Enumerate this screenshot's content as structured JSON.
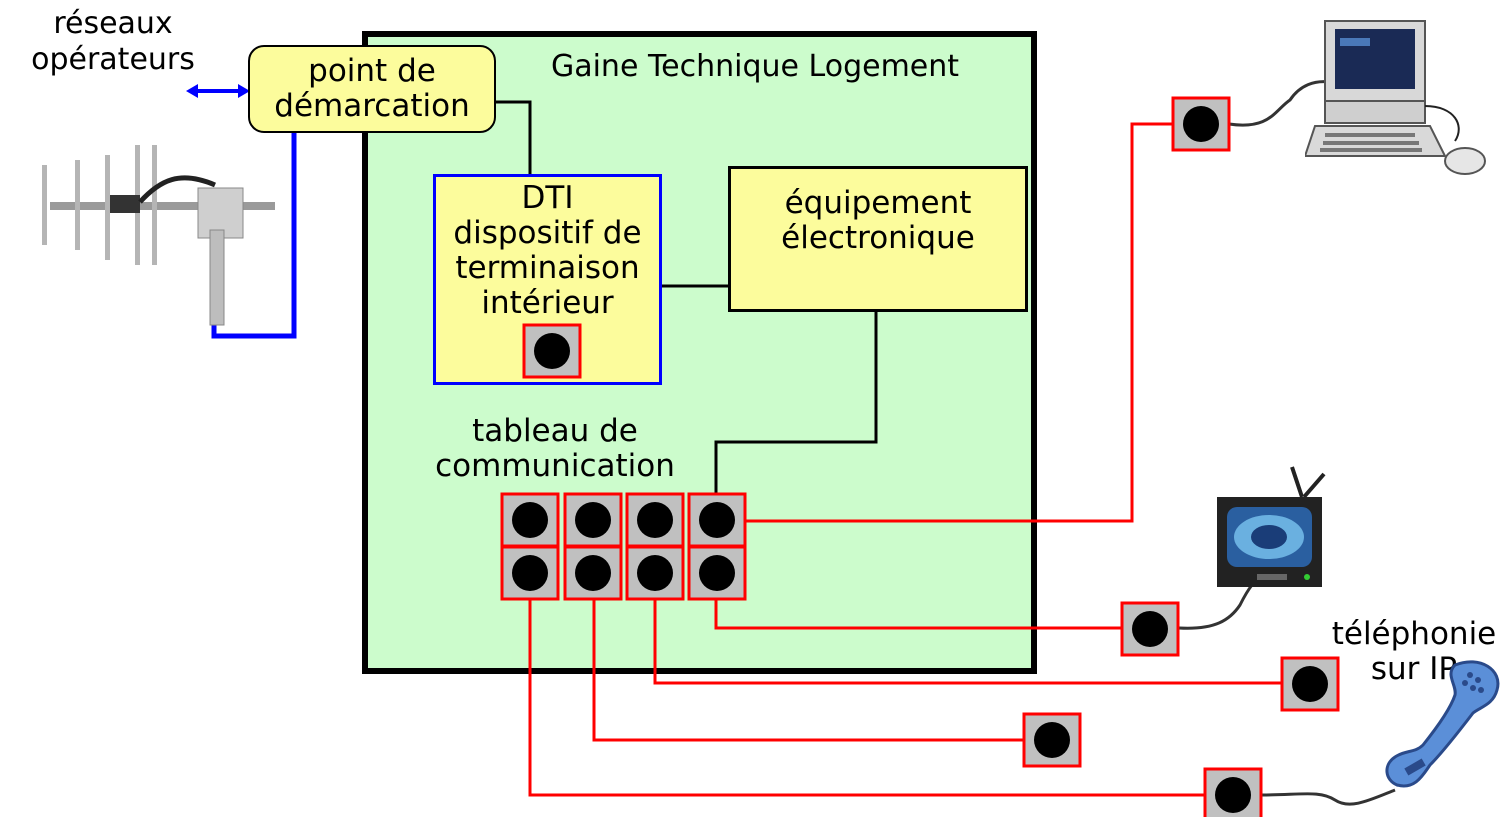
{
  "labels": {
    "networks": "réseaux\nopérateurs",
    "demarcation": "point de\ndémarcation",
    "gtl": "Gaine Technique Logement",
    "dti": "DTI\ndispositif de\nterminaison\nintérieur",
    "equipment": "équipement\nélectronique",
    "comm_panel": "tableau de\ncommunication",
    "voip": "téléphonie\nsur IP"
  },
  "colors": {
    "gtl_fill": "#ccfccc",
    "yellow_box": "#fcfc9c",
    "dti_border": "#0000ff",
    "wire_red": "#ff0000",
    "wire_blue": "#0000ff",
    "socket_fill": "#c0c0c0"
  },
  "icons": [
    "antenna-icon",
    "computer-icon",
    "tv-icon",
    "phone-handset-icon"
  ]
}
